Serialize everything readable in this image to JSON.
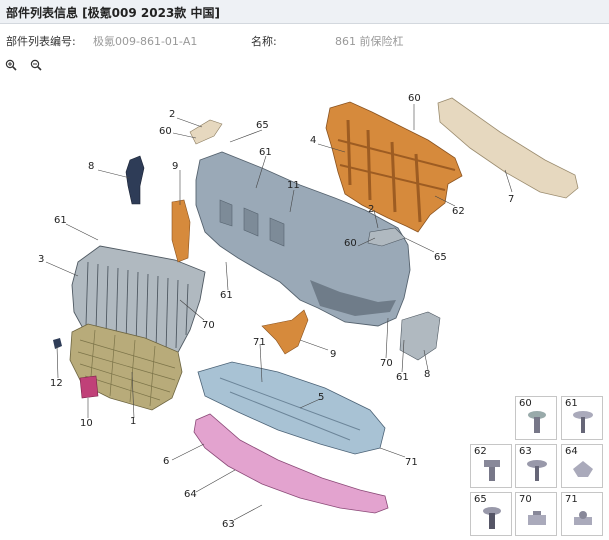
{
  "header": {
    "title": "部件列表信息 [极氪009 2023款 中国]"
  },
  "info": {
    "number_label": "部件列表编号:",
    "number_value": "极氪009-861-01-A1",
    "name_label": "名称:",
    "name_value": "861 前保险杠"
  },
  "toolbar": {
    "zoom_in_icon": "zoom-in-icon",
    "zoom_out_icon": "zoom-out-icon"
  },
  "colors": {
    "bumper": "#9aa9b7",
    "absorber": "#e6d8bf",
    "bracket": "#d68a3c",
    "grille_frame": "#b0b9c0",
    "mesh": "#b8ab7a",
    "skid": "#a8c2d4",
    "lip": "#e3a3cf",
    "dark_clip": "#2e3c57"
  },
  "callouts": {
    "c1": "2",
    "c2": "60",
    "c3": "65",
    "c4": "60",
    "c5": "4",
    "c6": "8",
    "c7": "9",
    "c8": "61",
    "c9": "11",
    "c10": "7",
    "c11": "62",
    "c12": "2",
    "c13": "61",
    "c14": "60",
    "c15": "65",
    "c16": "3",
    "c17": "61",
    "c18": "70",
    "c19": "71",
    "c20": "9",
    "c21": "70",
    "c22": "61",
    "c23": "8",
    "c24": "12",
    "c25": "10",
    "c26": "1",
    "c27": "5",
    "c28": "6",
    "c29": "71",
    "c30": "64",
    "c31": "63"
  },
  "legend": [
    "60",
    "61",
    "62",
    "63",
    "64",
    "65",
    "70",
    "71"
  ]
}
